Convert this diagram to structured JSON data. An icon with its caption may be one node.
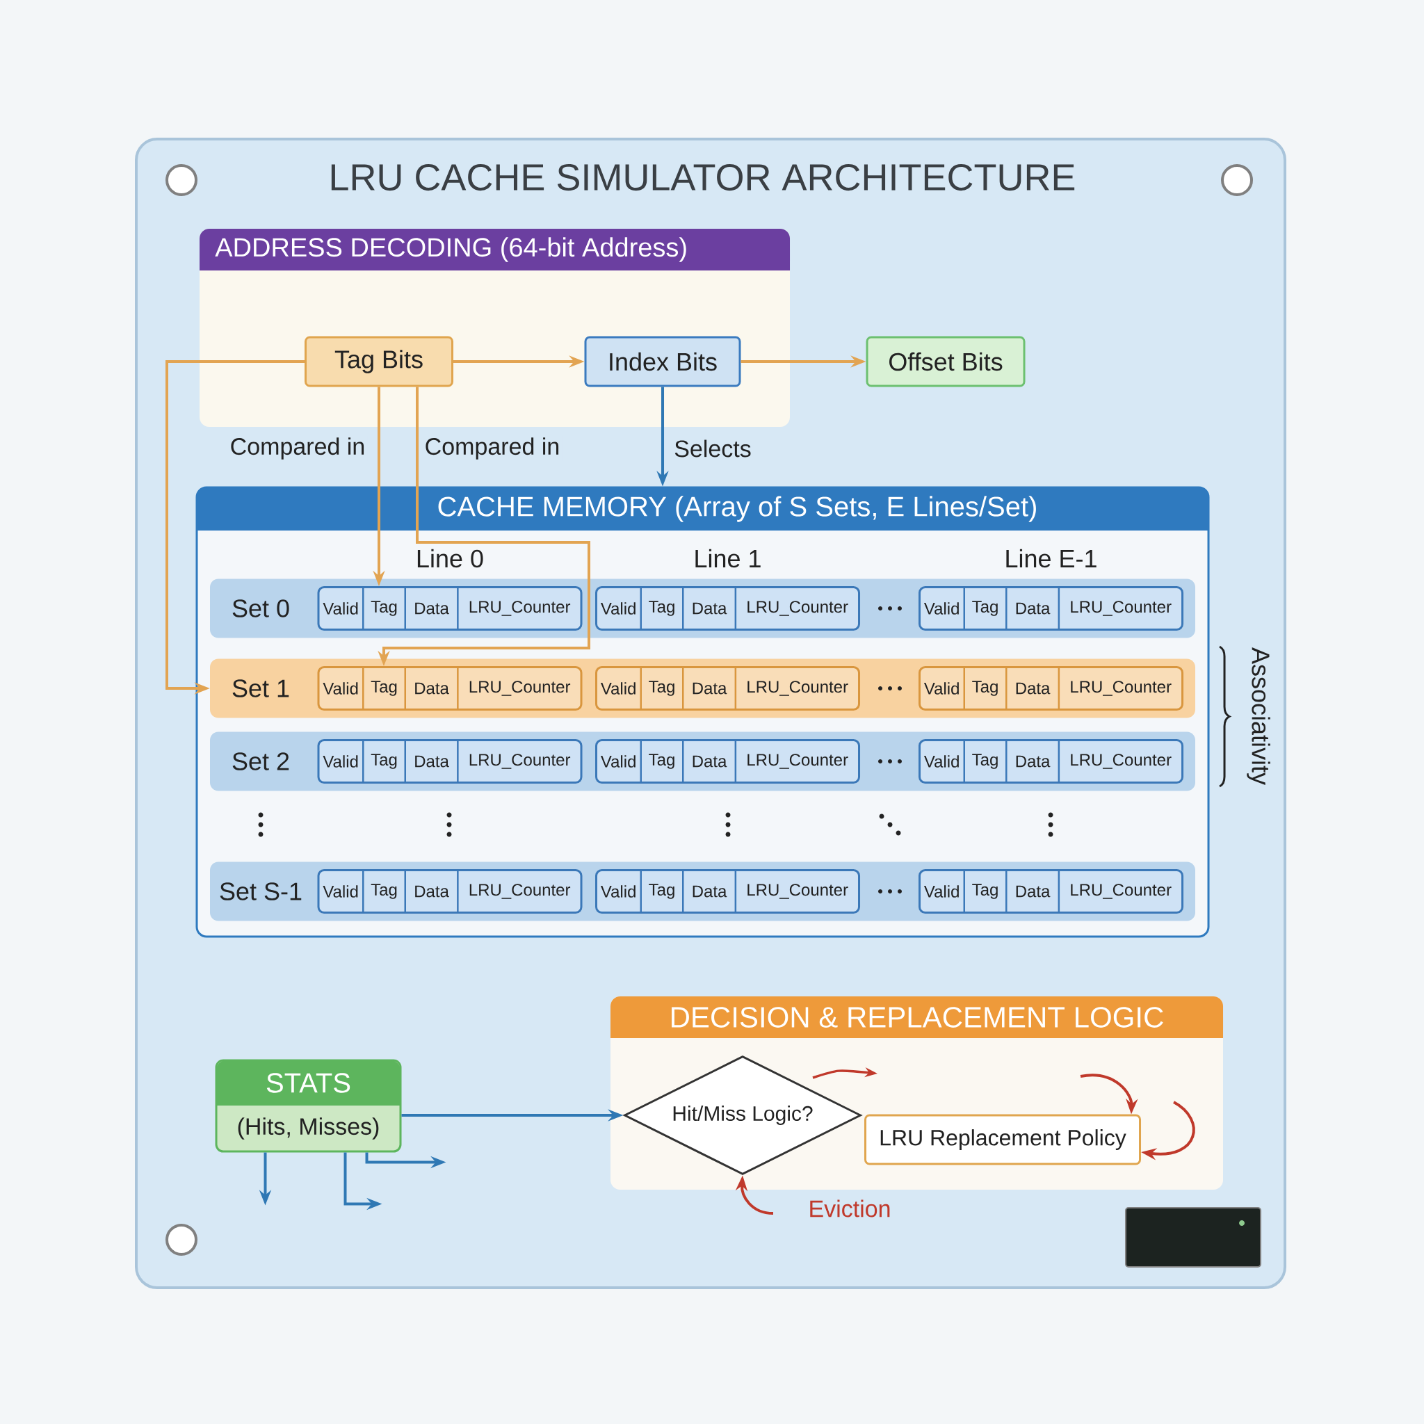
{
  "diagram": {
    "title": "LRU CACHE SIMULATOR ARCHITECTURE",
    "nodes": [
      {
        "text": [
          "ADDRESS DECODING (64-bit Address)"
        ]
      },
      {
        "text": [
          "Tag Bits"
        ],
        "in": 0
      },
      {
        "text": [
          "Index Bits"
        ],
        "in": 0
      },
      {
        "text": [
          "Offset Bits"
        ]
      },
      {
        "text": [
          "CACHE MEMORY (Array of S Sets, E Lines/Set)"
        ]
      },
      {
        "text": [
          "Set 0"
        ],
        "in": 4
      },
      {
        "text": [
          "Valid",
          "Tag",
          "Data",
          "LRU_Counter"
        ],
        "in": 5,
        "beside": [
          "Line 0"
        ]
      },
      {
        "text": [
          "Valid",
          "Tag",
          "Data",
          "LRU_Counter"
        ],
        "in": 5,
        "beside": [
          "Line 1"
        ]
      },
      {
        "text": [
          "Valid",
          "Tag",
          "Data",
          "LRU_Counter"
        ],
        "in": 5,
        "beside": [
          "Line E-1"
        ]
      },
      {
        "text": [
          "Set 1"
        ],
        "in": 4
      },
      {
        "text": [
          "Valid",
          "Tag",
          "Data",
          "LRU_Counter"
        ],
        "in": 9
      },
      {
        "text": [
          "Valid",
          "Tag",
          "Data",
          "LRU_Counter"
        ],
        "in": 9
      },
      {
        "text": [
          "Valid",
          "Tag",
          "Data",
          "LRU_Counter"
        ],
        "in": 9
      },
      {
        "text": [
          "Set 2"
        ],
        "in": 4
      },
      {
        "text": [
          "Valid",
          "Tag",
          "Data",
          "LRU_Counter"
        ],
        "in": 13
      },
      {
        "text": [
          "Valid",
          "Tag",
          "Data",
          "LRU_Counter"
        ],
        "in": 13
      },
      {
        "text": [
          "Valid",
          "Tag",
          "Data",
          "LRU_Counter"
        ],
        "in": 13
      },
      {
        "text": [
          "Set S-1"
        ],
        "in": 4
      },
      {
        "text": [
          "Valid",
          "Tag",
          "Data",
          "LRU_Counter"
        ],
        "in": 17
      },
      {
        "text": [
          "Valid",
          "Tag",
          "Data",
          "LRU_Counter"
        ],
        "in": 17
      },
      {
        "text": [
          "Valid",
          "Tag",
          "Data",
          "LRU_Counter"
        ],
        "in": 17
      },
      {
        "text": [
          "STATS",
          "(Hits, Misses)"
        ]
      },
      {
        "text": [
          "DECISION & REPLACEMENT LOGIC"
        ]
      },
      {
        "text": [
          "Hit/Miss Logic?"
        ],
        "in": 22
      },
      {
        "text": [
          "LRU Replacement Policy"
        ],
        "in": 22
      }
    ],
    "edges": [
      {
        "from": 1,
        "to": 2,
        "arrow": "to"
      },
      {
        "from": 2,
        "to": 3,
        "arrow": "to"
      },
      {
        "from": 1,
        "to": 9,
        "arrow": "to"
      },
      {
        "from": 1,
        "to": 6,
        "arrow": "to",
        "label": "Compared in"
      },
      {
        "from": 1,
        "to": 10,
        "arrow": "to",
        "label": "Compared in"
      },
      {
        "from": 2,
        "to": 4,
        "arrow": "to",
        "label": "Selects",
        "color": "#2f78b4"
      },
      {
        "from": 21,
        "to": 23,
        "arrow": "to",
        "color": "#2f78b4"
      },
      {
        "from": 21,
        "to": null,
        "arrow": "to",
        "color": "#2f78b4"
      },
      {
        "from": 21,
        "to": null,
        "arrow": "to",
        "color": "#2f78b4"
      },
      {
        "from": 21,
        "to": null,
        "arrow": "to",
        "color": "#2f78b4"
      },
      {
        "from": null,
        "to": 24,
        "arrow": "to",
        "color": "#c0392b"
      },
      {
        "from": null,
        "to": 24,
        "arrow": "to",
        "color": "#c0392b"
      },
      {
        "from": null,
        "to": 23,
        "arrow": "to",
        "label": "Eviction",
        "color": "#c0392b"
      }
    ],
    "labels": [
      "Associativity"
    ]
  }
}
